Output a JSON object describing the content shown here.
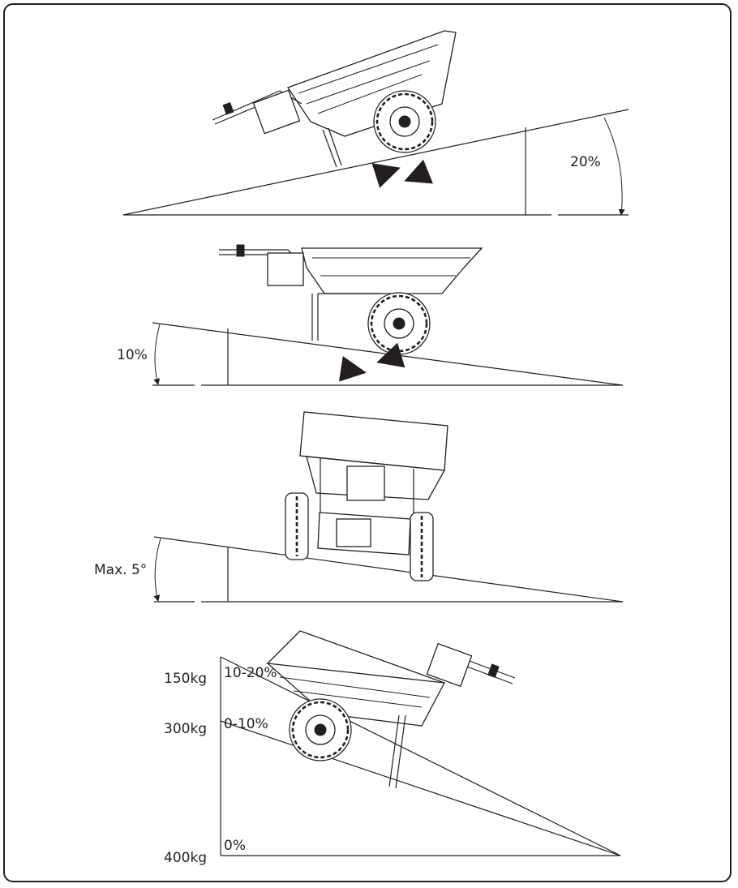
{
  "colors": {
    "line": "#231f20",
    "background": "#ffffff"
  },
  "panels": [
    {
      "id": "slope-up",
      "slope_label": "20%"
    },
    {
      "id": "slope-down",
      "slope_label": "10%"
    },
    {
      "id": "side-slope",
      "slope_label": "Max. 5°"
    },
    {
      "id": "load-table",
      "rows": [
        {
          "load": "150kg",
          "slope": "10-20%"
        },
        {
          "load": "300kg",
          "slope": "0-10%"
        },
        {
          "load": "400kg",
          "slope": "0%"
        }
      ]
    }
  ],
  "icons": [
    "wheelbarrow-icon",
    "direction-arrows-icon",
    "angle-arc-icon"
  ]
}
